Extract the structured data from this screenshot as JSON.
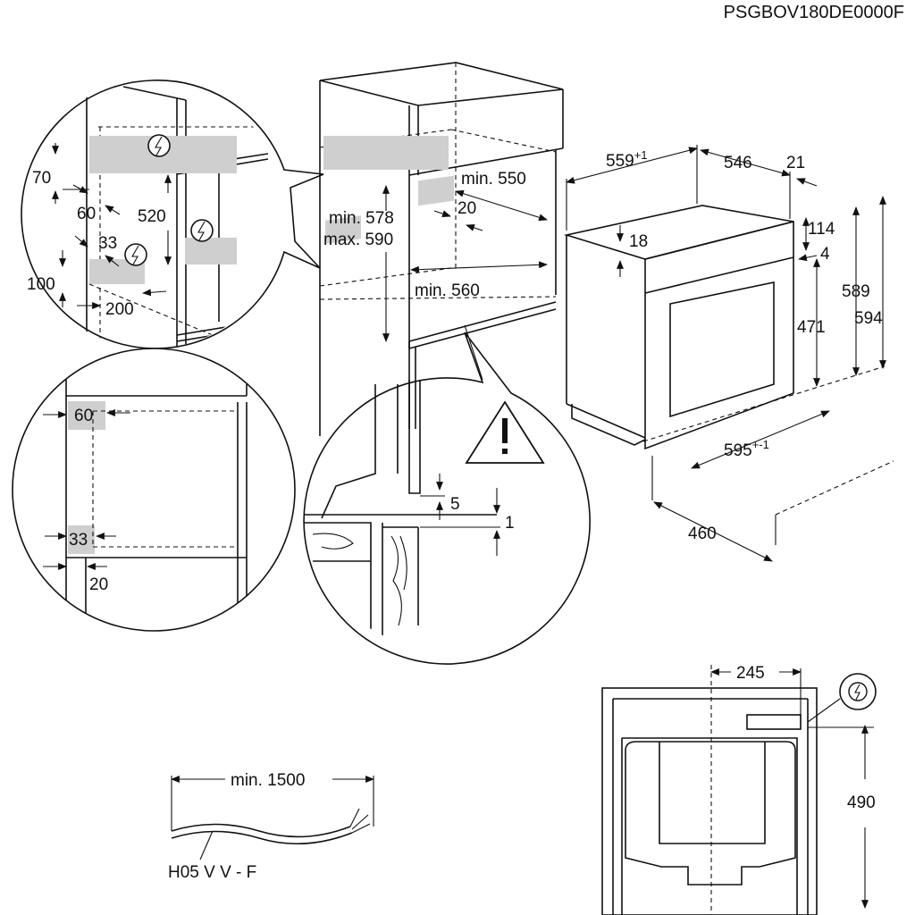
{
  "drawing_code": "PSGBOV180DE0000F",
  "left_callout": {
    "dims": [
      "70",
      "60",
      "520",
      "33",
      "100",
      "200"
    ]
  },
  "cabinet": {
    "min_578": "min. 578",
    "max_590": "max. 590",
    "min_550": "min. 550",
    "dim_20": "20",
    "min_560": "min. 560"
  },
  "oven": {
    "d559": "559",
    "d559_sup": "+1",
    "d546": "546",
    "d21": "21",
    "d114": "114",
    "d18": "18",
    "d4": "4",
    "d589": "589",
    "d594": "594",
    "d471": "471",
    "d595": "595",
    "d595_sup": "+-1",
    "d460": "460"
  },
  "front_detail": {
    "d60": "60",
    "d33": "33",
    "d20": "20"
  },
  "floor_detail": {
    "d5": "5",
    "d1": "1"
  },
  "cable": {
    "length": "min. 1500",
    "type": "H05 V V - F"
  },
  "back_view": {
    "d245": "245",
    "d490": "490"
  },
  "icons": [
    "electric-connection-icon",
    "warning-icon"
  ]
}
